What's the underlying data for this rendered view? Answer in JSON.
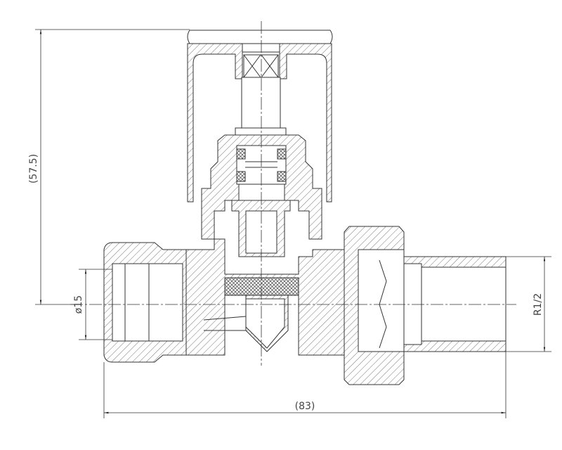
{
  "drawing": {
    "title": "",
    "dimensions": {
      "height": "(57.5)",
      "inlet_diameter": "ø15",
      "thread": "R1/2",
      "length": "(83)"
    }
  }
}
